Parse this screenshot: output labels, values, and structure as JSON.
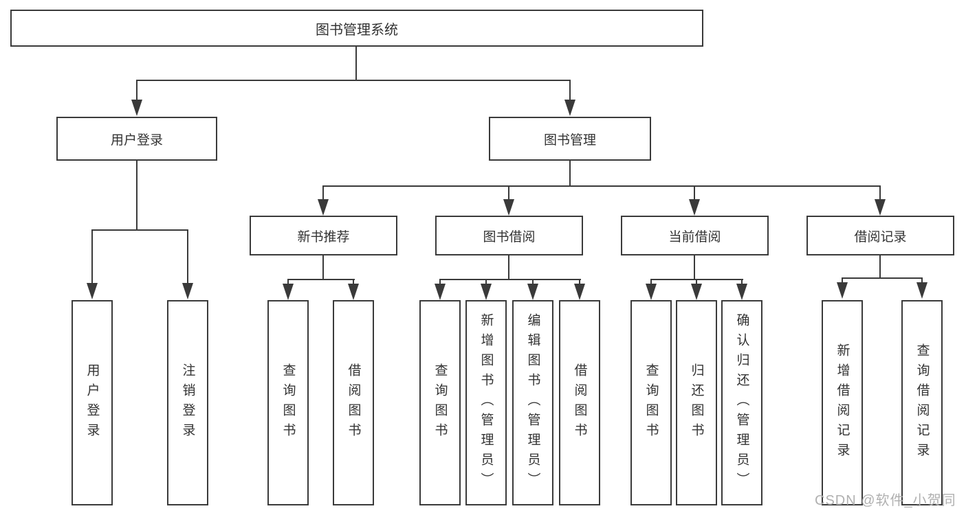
{
  "colors": {
    "line": "#3a3a3a",
    "text": "#333333",
    "watermark": "#b0b0b0",
    "background": "#ffffff"
  },
  "watermark": "CSDN @软件_小贺同学",
  "tree": {
    "label": "图书管理系统",
    "children": [
      {
        "label": "用户登录",
        "children": [
          {
            "label": "用户登录"
          },
          {
            "label": "注销登录"
          }
        ]
      },
      {
        "label": "图书管理",
        "children": [
          {
            "label": "新书推荐",
            "children": [
              {
                "label": "查询图书"
              },
              {
                "label": "借阅图书"
              }
            ]
          },
          {
            "label": "图书借阅",
            "children": [
              {
                "label": "查询图书"
              },
              {
                "label": "新增图书（管理员）"
              },
              {
                "label": "编辑图书（管理员）"
              },
              {
                "label": "借阅图书"
              }
            ]
          },
          {
            "label": "当前借阅",
            "children": [
              {
                "label": "查询图书"
              },
              {
                "label": "归还图书"
              },
              {
                "label": "确认归还（管理员）"
              }
            ]
          },
          {
            "label": "借阅记录",
            "children": [
              {
                "label": "新增借阅记录"
              },
              {
                "label": "查询借阅记录"
              }
            ]
          }
        ]
      }
    ]
  }
}
